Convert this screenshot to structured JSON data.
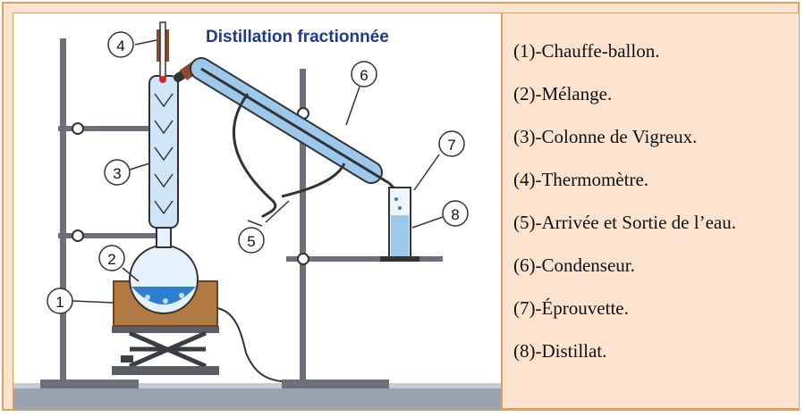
{
  "diagram": {
    "title": "Distillation fractionnée",
    "markers": [
      "1",
      "2",
      "3",
      "4",
      "5",
      "6",
      "7",
      "8"
    ]
  },
  "legend": {
    "items": [
      "(1)-Chauffe-ballon.",
      "(2)-Mélange.",
      "(3)-Colonne de Vigreux.",
      "(4)-Thermomètre.",
      "(5)-Arrivée et Sortie de l’eau.",
      "(6)-Condenseur.",
      "(7)-Éprouvette.",
      "(8)-Distillat."
    ]
  },
  "colors": {
    "frame_border": "#e0a060",
    "panel_bg": "#fbe3cf",
    "title_blue": "#1f3a8a",
    "water_blue": "#2f7fd0",
    "glass_blue": "#9cc8ec",
    "heater_brown": "#b07a42",
    "floor_gray": "#9aa3ad"
  }
}
